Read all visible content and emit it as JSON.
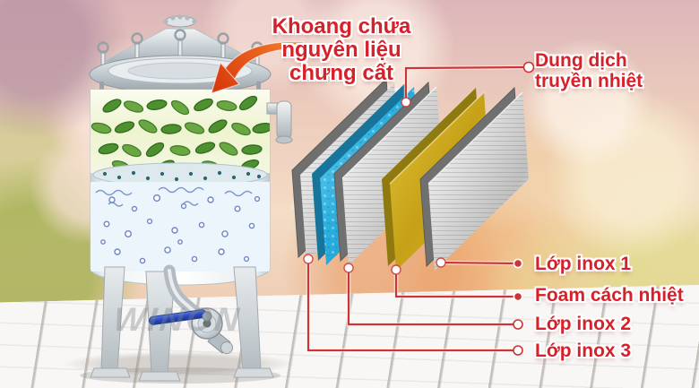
{
  "diagram": {
    "tank_title": {
      "line1": "Khoang chứa",
      "line2": "nguyên liệu",
      "line3": "chưng cất"
    },
    "heat_label": {
      "line1": "Dung dịch",
      "line2": "truyền nhiệt"
    },
    "layer_labels": {
      "inox1": "Lớp inox 1",
      "foam": "Foam cách nhiệt",
      "inox2": "Lớp inox 2",
      "inox3": "Lớp inox 3"
    },
    "watermark": "WINON",
    "colors": {
      "label_red": "#d6202a",
      "connector_red": "#cf3434",
      "arrow_orange": "#e8521a",
      "heat_fluid_blue": "#2fb3e2",
      "foam_gold": "#c9a41c",
      "inox_silver": "#c9cdd1",
      "leaf_green": "#4e8f2f"
    }
  }
}
